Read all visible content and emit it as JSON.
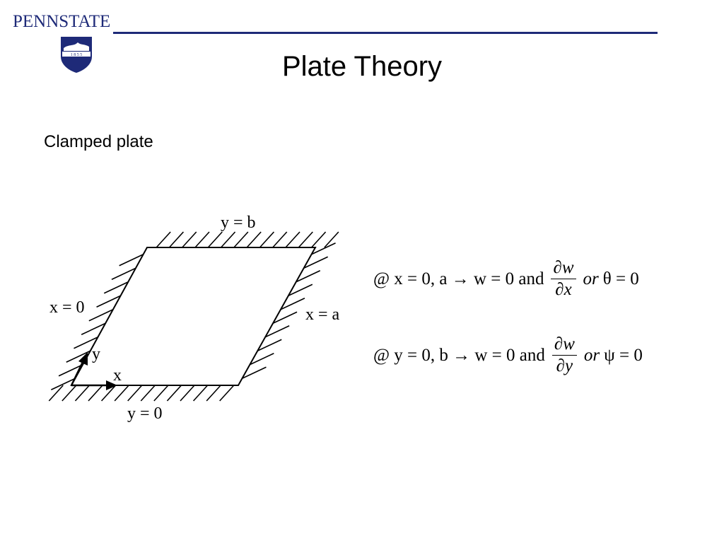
{
  "header": {
    "logo_text": "PENNSTATE",
    "logo_year": "1 8 5 5",
    "brand_color": "#1e2a78"
  },
  "title": "Plate Theory",
  "subtitle": "Clamped plate",
  "diagram": {
    "labels": {
      "top": "y = b",
      "bottom": "y = 0",
      "left": "x = 0",
      "right": "x = a",
      "axis_x": "x",
      "axis_y": "y"
    }
  },
  "equations": [
    {
      "prefix": "@ x = 0, a → w = 0 and",
      "numerator": "∂w",
      "denominator": "∂x",
      "or_text": "or",
      "suffix": "θ = 0"
    },
    {
      "prefix": "@ y = 0, b → w = 0 and",
      "numerator": "∂w",
      "denominator": "∂y",
      "or_text": "or",
      "suffix": "ψ = 0"
    }
  ]
}
